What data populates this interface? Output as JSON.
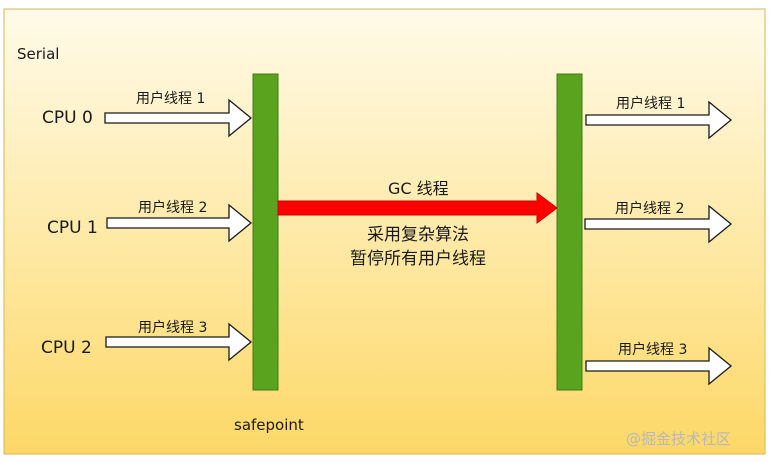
{
  "diagram": {
    "title": "Serial",
    "cpus": [
      "CPU 0",
      "CPU 1",
      "CPU 2"
    ],
    "left_threads": [
      "用户线程 1",
      "用户线程 2",
      "用户线程 3"
    ],
    "right_threads": [
      "用户线程 1",
      "用户线程 2",
      "用户线程 3"
    ],
    "gc_label": "GC 线程",
    "gc_note_line1": "采用复杂算法",
    "gc_note_line2": "暂停所有用户线程",
    "safepoint_label": "safepoint",
    "watermark": "@掘金技术社区"
  },
  "colors": {
    "background_top": "#fffbea",
    "background_bottom": "#fdd867",
    "border": "#d6b656",
    "bar": "#5aa31f",
    "bar_border": "#3f7d15",
    "gc_arrow": "#ff0000",
    "arrow_outline": "#1a1a1a"
  }
}
